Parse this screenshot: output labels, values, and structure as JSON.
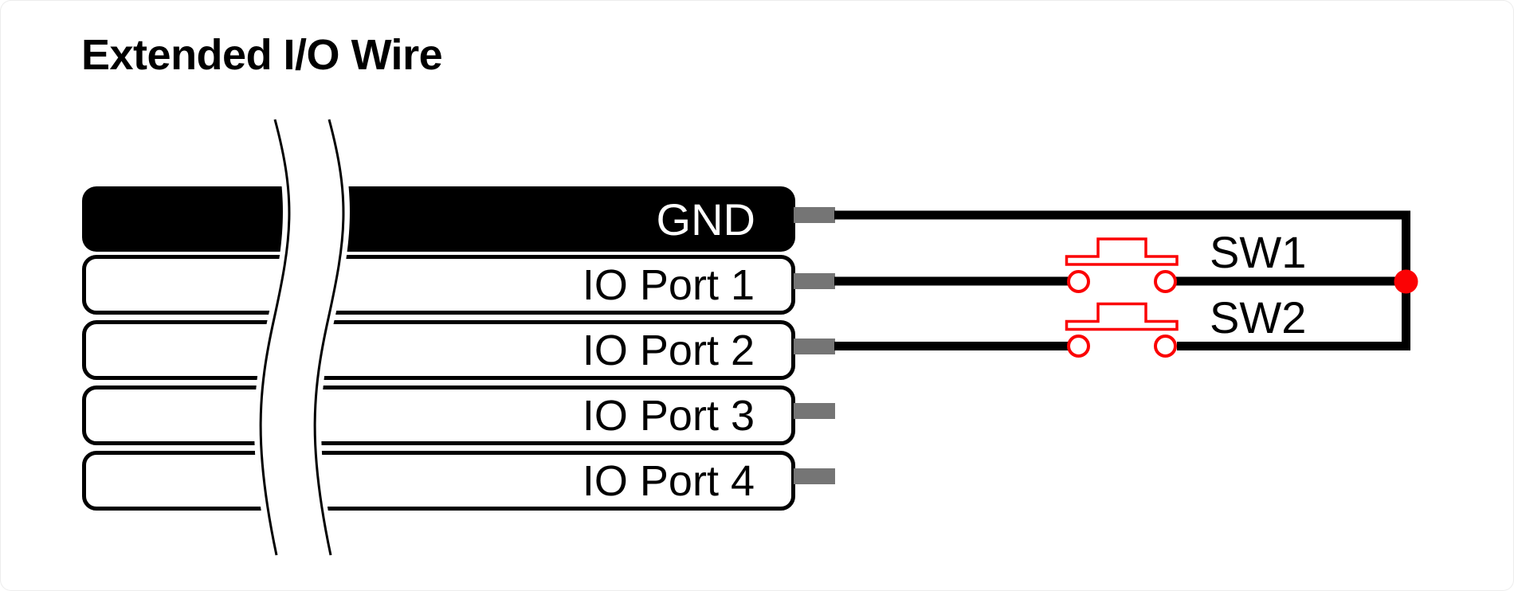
{
  "title": "Extended I/O Wire",
  "diagram": {
    "ports": [
      {
        "label": "GND",
        "type": "ground",
        "connector": "gray-stub",
        "wired": true
      },
      {
        "label": "IO Port 1",
        "type": "io",
        "connector": "gray-stub",
        "wired": true
      },
      {
        "label": "IO Port 2",
        "type": "io",
        "connector": "gray-stub",
        "wired": true
      },
      {
        "label": "IO Port 3",
        "type": "io",
        "connector": "gray-stub",
        "wired": false
      },
      {
        "label": "IO Port 4",
        "type": "io",
        "connector": "gray-stub",
        "wired": false
      }
    ],
    "switches": [
      {
        "label": "SW1",
        "symbol": "tactile-push-button",
        "between": [
          "IO Port 1",
          "GND rail"
        ]
      },
      {
        "label": "SW2",
        "symbol": "tactile-push-button",
        "between": [
          "IO Port 2",
          "GND rail"
        ]
      }
    ],
    "connections": [
      "GND wire runs right then down as a common rail",
      "IO Port 1 wire passes through SW1 and joins the rail at the red junction dot",
      "IO Port 2 wire passes through SW2 and joins the bottom of the rail"
    ],
    "colors": {
      "wire_black": "#000000",
      "connector_gray": "#757575",
      "switch_red": "#fb0204",
      "junction_red": "#fb0204",
      "gnd_bar_fill": "#000000",
      "gnd_label_color": "#ffffff",
      "io_bar_fill": "#ffffff",
      "io_label_color": "#000000"
    }
  }
}
